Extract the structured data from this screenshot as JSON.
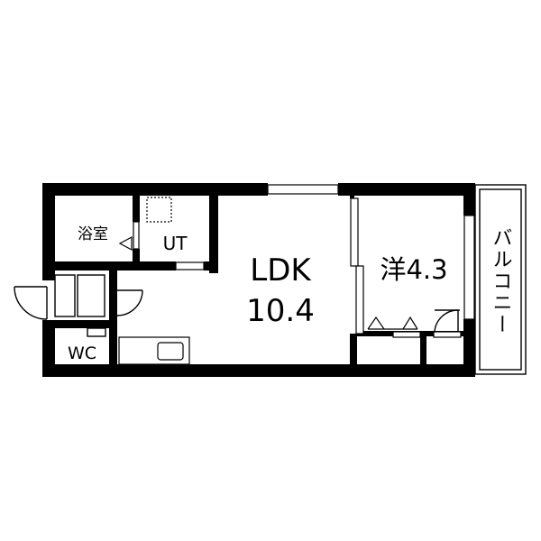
{
  "rooms": {
    "bath": "浴室",
    "utility": "UT",
    "ldk_name": "LDK",
    "ldk_size": "10.4",
    "western": "洋4.3",
    "wc": "WC",
    "balcony": "バルコニー"
  },
  "colors": {
    "wall": "#000000",
    "background": "#ffffff",
    "fixture_stroke": "#000000"
  }
}
